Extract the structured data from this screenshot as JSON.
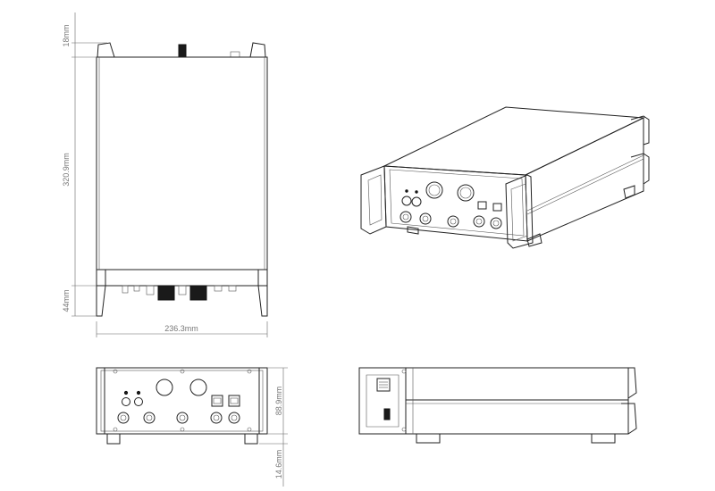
{
  "dimensions": {
    "top_clearance": "18mm",
    "depth": "320.9mm",
    "front_overhang": "44mm",
    "width": "236.3mm",
    "height": "88.9mm",
    "foot_height": "14.6mm"
  },
  "views": [
    "top-view",
    "isometric-view",
    "front-view",
    "side-view"
  ]
}
